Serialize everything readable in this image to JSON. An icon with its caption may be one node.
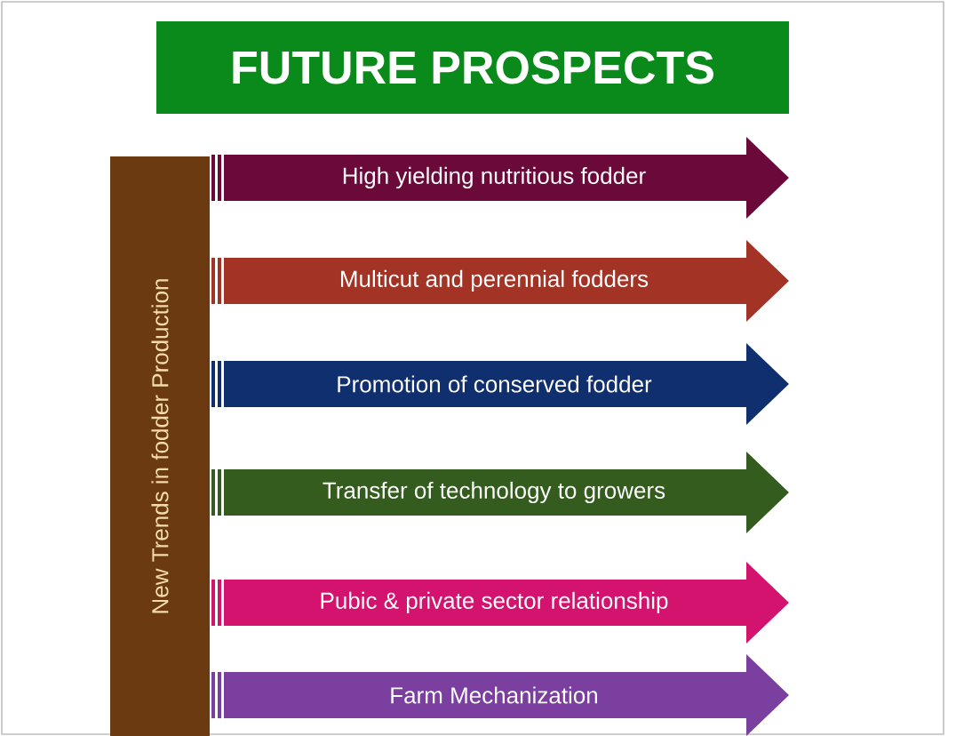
{
  "diagram": {
    "title": "FUTURE PROSPECTS",
    "nodes": [
      {
        "text": [
          "New Trends in fodder Production"
        ]
      },
      {
        "text": [
          "High yielding nutritious fodder"
        ]
      },
      {
        "text": [
          "Multicut and perennial fodders"
        ]
      },
      {
        "text": [
          "Promotion of conserved fodder"
        ]
      },
      {
        "text": [
          "Transfer of technology to growers"
        ]
      },
      {
        "text": [
          "Pubic & private sector relationship"
        ]
      },
      {
        "text": [
          "Farm Mechanization"
        ]
      }
    ]
  }
}
